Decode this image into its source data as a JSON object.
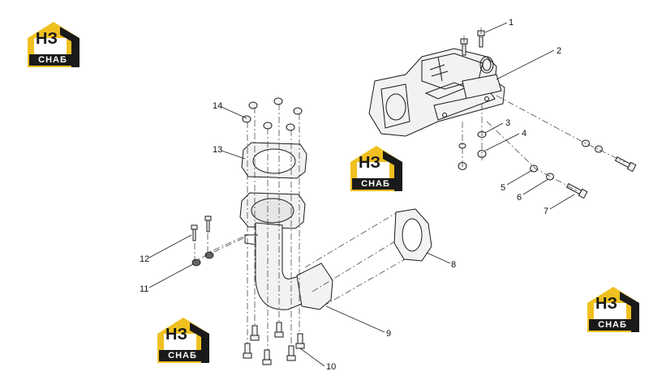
{
  "logo": {
    "mark": "НЗ",
    "word": "СНАБ",
    "colors": {
      "house": "#f0c020",
      "dark": "#1a1a1a"
    }
  },
  "callouts": [
    "1",
    "2",
    "3",
    "4",
    "5",
    "6",
    "7",
    "8",
    "9",
    "10",
    "11",
    "12",
    "13",
    "14"
  ]
}
